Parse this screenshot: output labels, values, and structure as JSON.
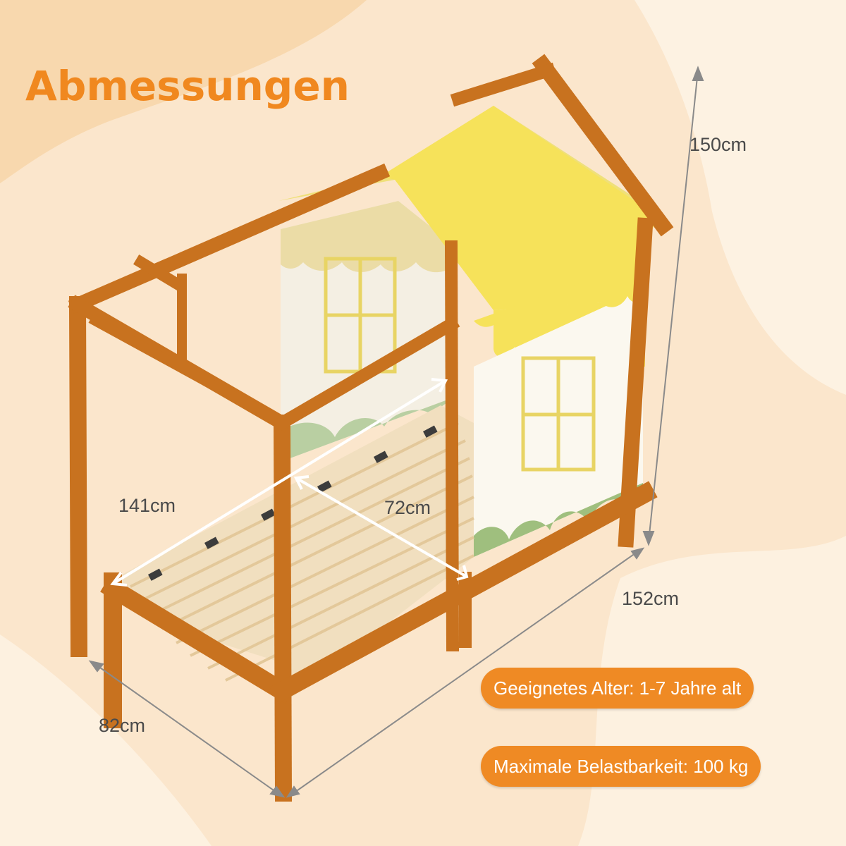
{
  "heading": "Abmessungen",
  "dimensions": {
    "height": "150cm",
    "length": "152cm",
    "width": "82cm",
    "mattress_length": "141cm",
    "mattress_width": "72cm"
  },
  "specs": {
    "age": "Geeignetes Alter: 1-7 Jahre alt",
    "max_load": "Maximale Belastbarkeit: 100 kg"
  },
  "colors": {
    "accent": "#ef8a24",
    "wood": "#cf7a28",
    "roof": "#f6e25a",
    "green": "#9fbf7e",
    "background": "#fbe6cc"
  }
}
